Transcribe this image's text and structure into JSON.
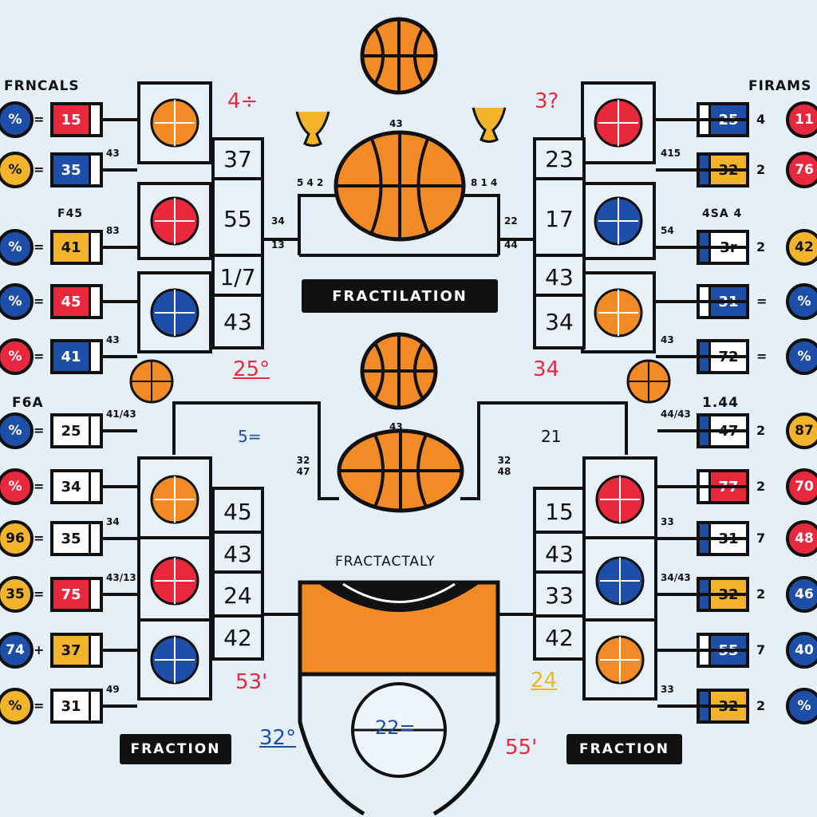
{
  "colors": {
    "red": "#e8283c",
    "blue": "#1d4fa8",
    "yellow": "#f2b42a",
    "orange": "#f28a26",
    "ink": "#111111",
    "background": "#e4eff8"
  },
  "top_left": {
    "label": "FRNCALS",
    "sub_label": "F45",
    "rows": [
      {
        "circle": "%",
        "circle_color": "blue",
        "sign": "=",
        "seed": "15",
        "seed_color": "red",
        "note": ""
      },
      {
        "circle": "%",
        "circle_color": "yellow",
        "sign": "=",
        "seed": "35",
        "seed_color": "blue",
        "note": "43"
      },
      {
        "circle": "%",
        "circle_color": "blue",
        "sign": "=",
        "seed": "41",
        "seed_color": "yellow",
        "note": "83"
      },
      {
        "circle": "%",
        "circle_color": "blue",
        "sign": "=",
        "seed": "45",
        "seed_color": "red",
        "note": ""
      },
      {
        "circle": "%",
        "circle_color": "red",
        "sign": "=",
        "seed": "41",
        "seed_color": "blue",
        "note": "43"
      }
    ],
    "scores": [
      "37",
      "55",
      "1/7",
      "43"
    ],
    "connector_top": "34",
    "connector_box": "13",
    "mark": "4÷",
    "mark2": "25°"
  },
  "top_right": {
    "label": "FIRAMS",
    "sub_label": "4SA 4",
    "rows": [
      {
        "circle": "11",
        "circle_color": "red",
        "sign": "4",
        "seed": "25",
        "seed_color": "blue",
        "note": ""
      },
      {
        "circle": "76",
        "circle_color": "red",
        "sign": "2",
        "seed": "32",
        "seed_color": "yellow",
        "note": "415"
      },
      {
        "circle": "42",
        "circle_color": "yellow",
        "sign": "2",
        "seed": "3r",
        "seed_color": "white",
        "note": "54"
      },
      {
        "circle": "%",
        "circle_color": "blue",
        "sign": "=",
        "seed": "31",
        "seed_color": "blue",
        "note": ""
      },
      {
        "circle": "%",
        "circle_color": "blue",
        "sign": "=",
        "seed": "72",
        "seed_color": "white",
        "note": "43"
      }
    ],
    "scores": [
      "23",
      "17",
      "43",
      "34"
    ],
    "connector_top": "22",
    "connector_box": "44",
    "mark": "3?",
    "mark2": "34"
  },
  "center_top": {
    "label_top": "43",
    "left_note": "5 4 2",
    "right_note": "8 1 4",
    "banner": "FRACTILATION"
  },
  "center_bottom": {
    "label_top": "43",
    "left_fraction": [
      "32",
      "47"
    ],
    "right_fraction": [
      "32",
      "48"
    ],
    "court_title": "FRACTACTALY",
    "court_circle": "22="
  },
  "bottom_left": {
    "label": "F6A",
    "rows": [
      {
        "circle": "%",
        "circle_color": "blue",
        "sign": "=",
        "seed": "25",
        "seed_color": "white",
        "note": "41/43"
      },
      {
        "circle": "%",
        "circle_color": "red",
        "sign": "=",
        "seed": "34",
        "seed_color": "white",
        "note": ""
      },
      {
        "circle": "96",
        "circle_color": "yellow",
        "sign": "=",
        "seed": "35",
        "seed_color": "white",
        "note": "34"
      },
      {
        "circle": "35",
        "circle_color": "yellow",
        "sign": "=",
        "seed": "75",
        "seed_color": "red",
        "note": "43/13"
      },
      {
        "circle": "74",
        "circle_color": "blue",
        "sign": "+",
        "seed": "37",
        "seed_color": "yellow",
        "note": ""
      },
      {
        "circle": "%",
        "circle_color": "yellow",
        "sign": "=",
        "seed": "31",
        "seed_color": "white",
        "note": "49"
      }
    ],
    "scores": [
      "45",
      "43",
      "24",
      "42"
    ],
    "fraction_mark": "5=",
    "mark": "53'",
    "mark2": "32°",
    "banner": "FRACTION"
  },
  "bottom_right": {
    "label": "1.44",
    "rows": [
      {
        "circle": "87",
        "circle_color": "yellow",
        "sign": "2",
        "seed": "47",
        "seed_color": "white",
        "note": "44/43"
      },
      {
        "circle": "70",
        "circle_color": "red",
        "sign": "2",
        "seed": "77",
        "seed_color": "red",
        "note": ""
      },
      {
        "circle": "48",
        "circle_color": "red",
        "sign": "7",
        "seed": "31",
        "seed_color": "white",
        "note": "33"
      },
      {
        "circle": "46",
        "circle_color": "blue",
        "sign": "2",
        "seed": "32",
        "seed_color": "yellow",
        "note": "34/43"
      },
      {
        "circle": "40",
        "circle_color": "blue",
        "sign": "7",
        "seed": "55",
        "seed_color": "blue",
        "note": ""
      },
      {
        "circle": "%",
        "circle_color": "blue",
        "sign": "2",
        "seed": "32",
        "seed_color": "yellow",
        "note": "33"
      }
    ],
    "scores": [
      "15",
      "43",
      "33",
      "42"
    ],
    "fraction_mark": "21",
    "mark": "24",
    "mark2": "55'",
    "banner": "FRACTION"
  },
  "icons": [
    "shield-logo",
    "red-ball-logo",
    "red-round-logo",
    "red-wolf-logo",
    "blue-basketball-logo",
    "red-bear-logo",
    "orange-swoosh-logo",
    "blue-round-logo",
    "fox-logo",
    "orange-badge-logo",
    "script-ball-logo",
    "basketball-logo",
    "trophy-icon"
  ]
}
